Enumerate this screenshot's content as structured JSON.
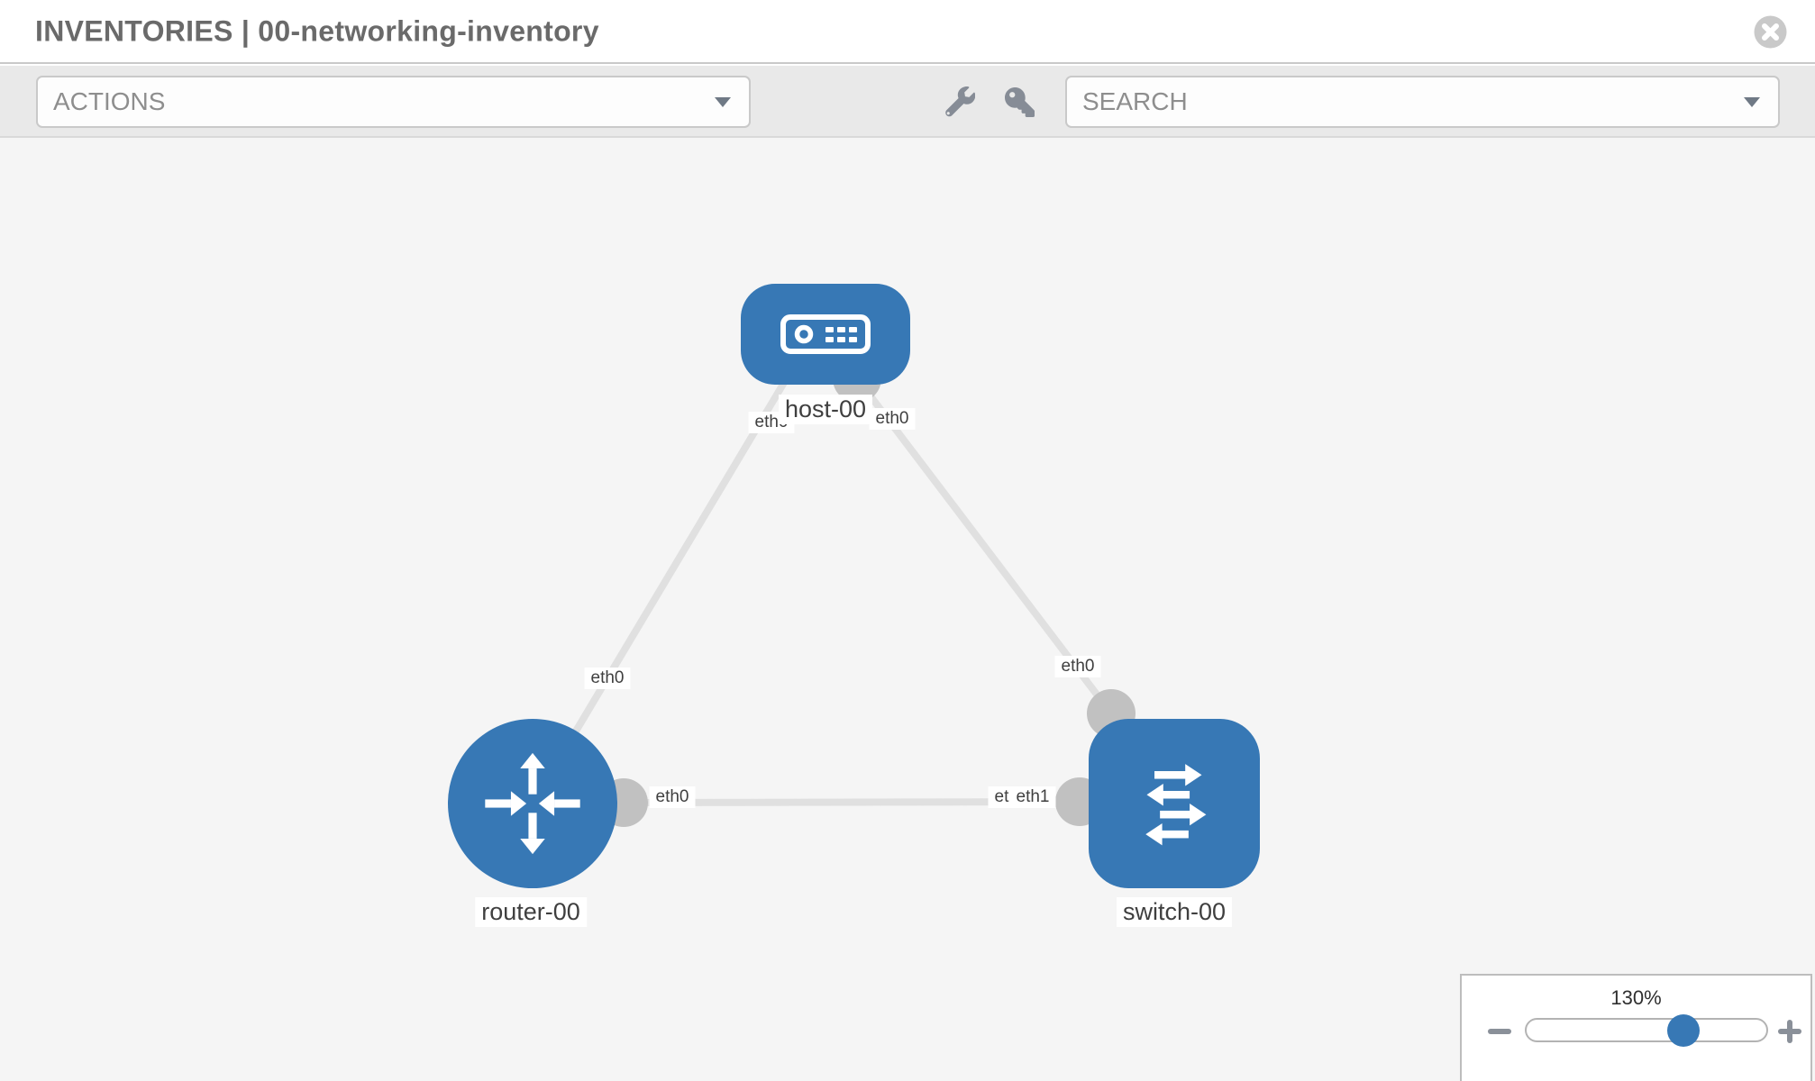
{
  "header": {
    "title": "INVENTORIES | 00-networking-inventory"
  },
  "toolbar": {
    "actions_label": "ACTIONS",
    "search_label": "SEARCH",
    "icons": [
      "wrench-icon",
      "key-icon"
    ]
  },
  "canvas": {
    "nodes": {
      "host": {
        "label": "host-00",
        "type": "host"
      },
      "router": {
        "label": "router-00",
        "type": "router"
      },
      "switch": {
        "label": "switch-00",
        "type": "switch"
      }
    },
    "interfaces": {
      "host_left": "eth0",
      "host_right": "eth0",
      "router_host_link": "eth0",
      "host_switch_link": "eth0",
      "router_switch_router_end": "eth0",
      "router_switch_switch_end_back": "eth0",
      "router_switch_switch_end_front": "eth1"
    },
    "links": [
      {
        "from": "router-00",
        "to": "host-00"
      },
      {
        "from": "host-00",
        "to": "switch-00"
      },
      {
        "from": "router-00",
        "to": "switch-00"
      }
    ]
  },
  "zoom": {
    "level": "130%"
  },
  "colors": {
    "node_blue": "#3778b5",
    "link_gray": "#e0e0e0",
    "interface_gray": "#c1c1c1",
    "canvas_bg": "#f5f5f5",
    "toolbar_bg": "#e9e9e9",
    "title_text": "#6a6a6a"
  }
}
